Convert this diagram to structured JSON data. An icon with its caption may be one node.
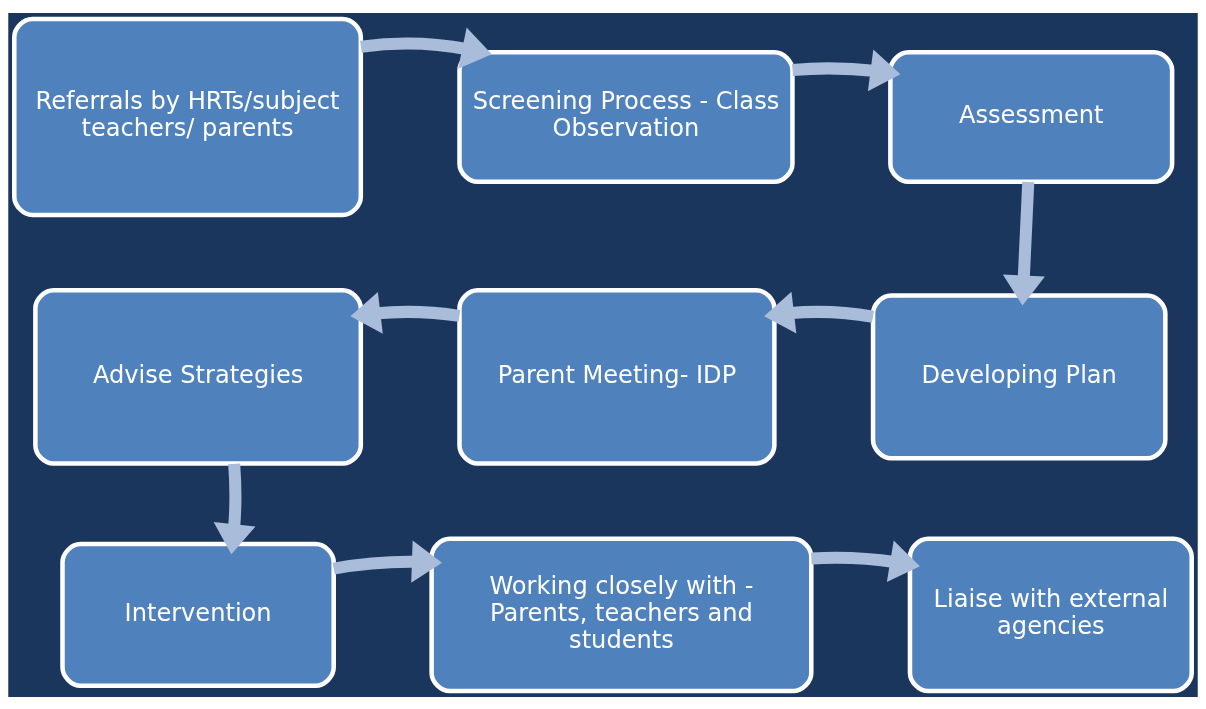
{
  "diagram": {
    "nodes": [
      {
        "text": [
          "Referrals by HRTs/subject teachers/ parents"
        ]
      },
      {
        "text": [
          "Screening Process - Class Observation"
        ]
      },
      {
        "text": [
          "Assessment"
        ]
      },
      {
        "text": [
          "Advise Strategies"
        ]
      },
      {
        "text": [
          "Parent Meeting- IDP"
        ]
      },
      {
        "text": [
          "Developing Plan"
        ]
      },
      {
        "text": [
          "Intervention"
        ]
      },
      {
        "text": [
          "Working closely with - Parents, teachers and students"
        ]
      },
      {
        "text": [
          "Liaise with external agencies"
        ]
      }
    ],
    "edges": [
      {
        "from": 0,
        "to": 1,
        "arrow": "to"
      },
      {
        "from": 1,
        "to": 2,
        "arrow": "to"
      },
      {
        "from": 2,
        "to": 5,
        "arrow": "to"
      },
      {
        "from": 5,
        "to": 4,
        "arrow": "to"
      },
      {
        "from": 4,
        "to": 3,
        "arrow": "to"
      },
      {
        "from": 3,
        "to": 6,
        "arrow": "to"
      },
      {
        "from": 6,
        "to": 7,
        "arrow": "to"
      },
      {
        "from": 7,
        "to": 8,
        "arrow": "to"
      }
    ]
  }
}
